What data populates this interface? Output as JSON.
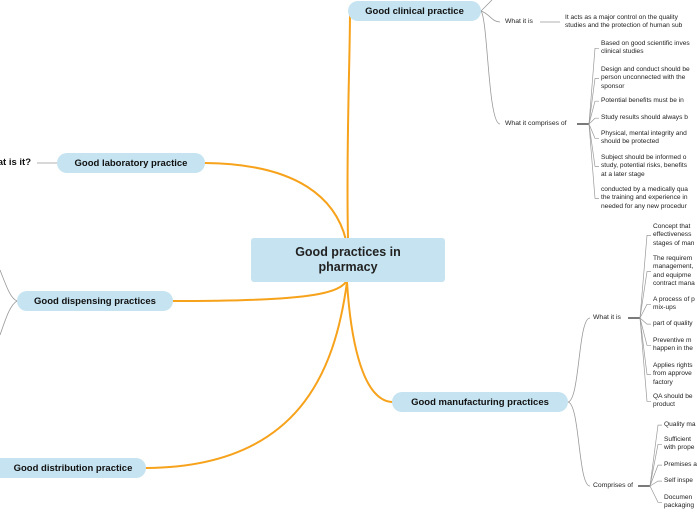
{
  "central": "Good practices in pharmacy",
  "topics": {
    "clinical": "Good clinical practice",
    "laboratory": "Good laboratory practice",
    "dispensing": "Good dispensing practices",
    "manufacturing": "Good manufacturing practices",
    "distribution": "Good distribution practice"
  },
  "laboratory_child": "What is it?",
  "clinical": {
    "what_it_is_label": "What it is",
    "what_it_is_text": [
      "It acts as a major control on the quality",
      "studies and the protection of human sub"
    ],
    "comprises_label": "What it comprises of",
    "items": [
      [
        "Based on good scientific inves",
        "clinical studies"
      ],
      [
        "Design and conduct should be",
        "person unconnected with the",
        "sponsor"
      ],
      [
        "Potential benefits must be in"
      ],
      [
        "Study results should always b"
      ],
      [
        "Physical, mental integrity and",
        "should be protected"
      ],
      [
        "Subject should be informed o",
        "study, potential risks, benefits",
        "at a later stage"
      ],
      [
        "conducted by a medically qua",
        "the training and experience in",
        "needed for any new procedur"
      ]
    ]
  },
  "manufacturing": {
    "what_it_is_label": "What it is",
    "items": [
      [
        "Concept that",
        "effectiveness",
        "stages of man"
      ],
      [
        "The requirem",
        "management,",
        "and equipme",
        "contract mana"
      ],
      [
        "A process of p",
        "mix-ups"
      ],
      [
        "part of quality"
      ],
      [
        "Preventive m",
        "happen in the"
      ],
      [
        "Applies rights",
        "from approve",
        "factory"
      ],
      [
        "QA should be",
        "product"
      ]
    ],
    "comprises_label": "Comprises of",
    "comprises_items": [
      [
        "Quality ma"
      ],
      [
        "Sufficient",
        "with prope"
      ],
      [
        "Premises a"
      ],
      [
        "Self inspe"
      ],
      [
        "Documen",
        "packaging"
      ]
    ]
  }
}
